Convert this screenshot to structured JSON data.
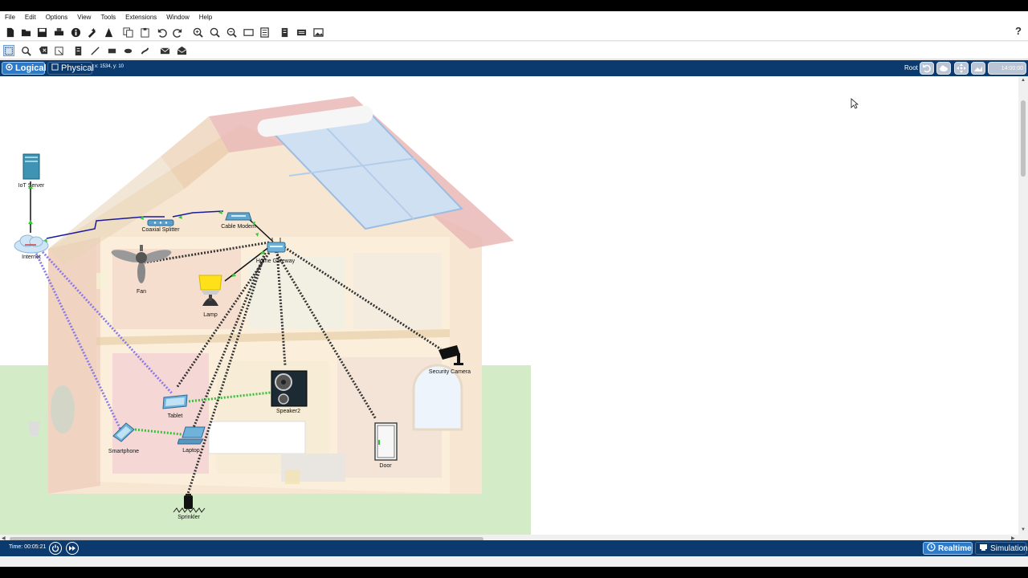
{
  "menu": [
    "File",
    "Edit",
    "Options",
    "View",
    "Tools",
    "Extensions",
    "Window",
    "Help"
  ],
  "help_label": "?",
  "tabs": {
    "logical": "Logical",
    "physical": "Physical"
  },
  "coords": "x: 1534, y: 10",
  "root_label": "Root",
  "clock": "14:00:00",
  "devices": {
    "iot_server": "IoT Server",
    "internet": "Internet",
    "coaxial_splitter": "Coaxial Splitter",
    "cable_modem": "Cable Modem",
    "home_gateway": "Home Gateway",
    "fan": "Fan",
    "lamp": "Lamp",
    "security_camera": "Security Camera",
    "speaker": "Speaker2",
    "tablet": "Tablet",
    "smartphone": "Smartphone",
    "laptop": "Laptop",
    "door": "Door",
    "sprinkler": "Sprinkler"
  },
  "status": {
    "time": "Time: 00:05:21",
    "realtime": "Realtime",
    "simulation": "Simulation"
  },
  "colors": {
    "tabbar": "#0b3a6e",
    "active_tab": "#2d7ac8",
    "coax_link": "#1a1a9c",
    "wireless_link": "#333333",
    "green_link": "#33cc33",
    "purple_link": "#8080e0"
  }
}
